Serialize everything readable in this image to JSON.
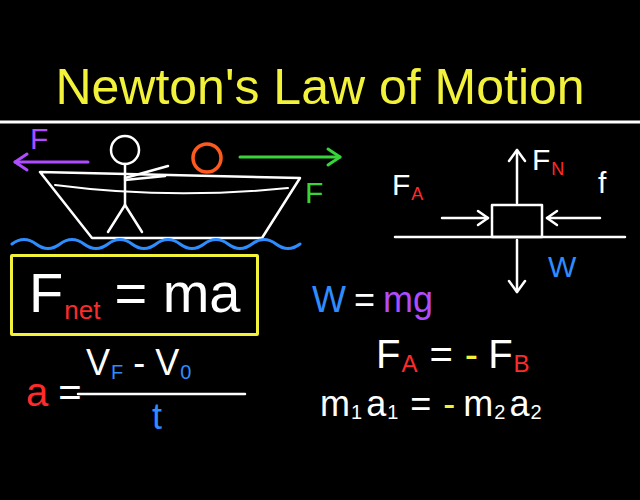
{
  "diagram": {
    "title": "Newton's Law of Motion",
    "nodes": [
      {
        "text": [
          "F",
          "net",
          "= ma"
        ]
      }
    ],
    "labels": [
      "F",
      "F",
      "F",
      "A",
      "F",
      "N",
      "f",
      "W",
      "W",
      "=",
      "mg",
      "a",
      "=",
      "V",
      "F",
      "-",
      "V",
      "0",
      "t",
      "F",
      "A",
      "=",
      "-",
      "F",
      "B",
      "m",
      "1",
      "a",
      "1",
      "=",
      "-",
      "m",
      "2",
      "a",
      "2"
    ]
  }
}
